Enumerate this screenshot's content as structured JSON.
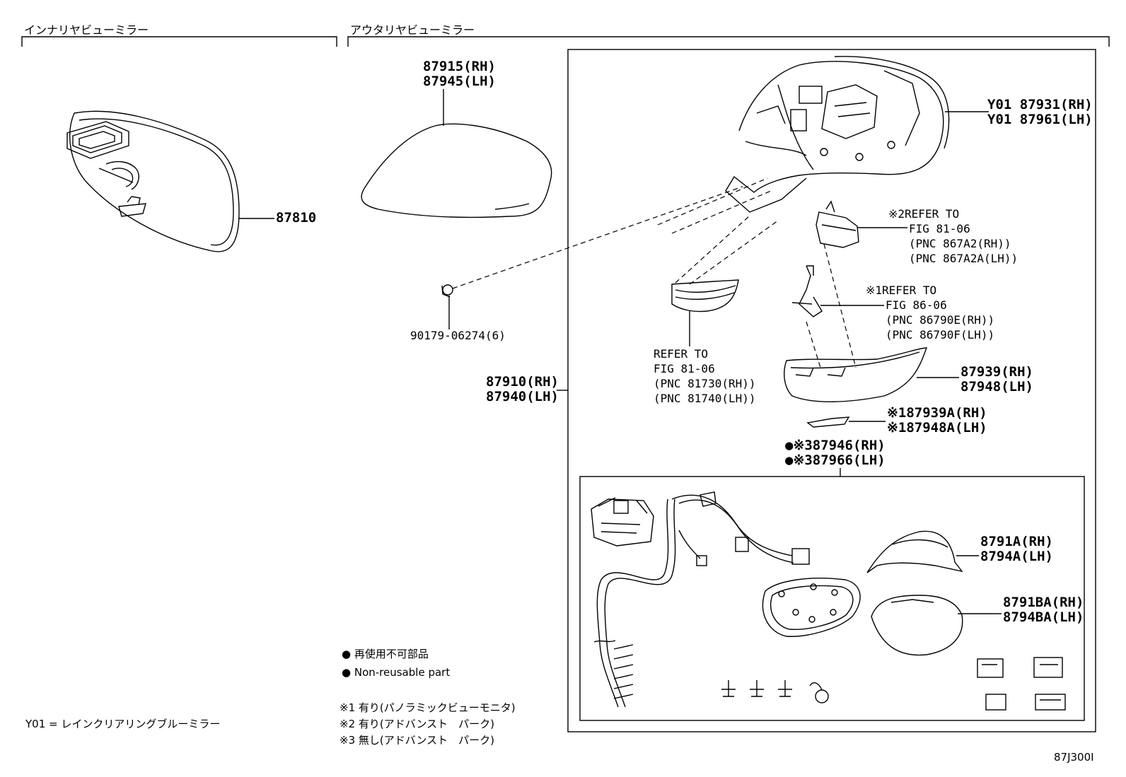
{
  "sections": {
    "inner": "インナリヤビューミラー",
    "outer": "アウタリヤビューミラー"
  },
  "parts": {
    "p87810": "87810",
    "p87915": "87915(RH)",
    "p87945": "87945(LH)",
    "p90179": "90179-06274(6)",
    "p87910": "87910(RH)",
    "p87940": "87940(LH)",
    "p87931": "Y01 87931(RH)",
    "p87961": "Y01 87961(LH)",
    "p87939": "87939(RH)",
    "p87948": "87948(LH)",
    "p87939A": "※187939A(RH)",
    "p87948A": "※187948A(LH)",
    "p87946": "●※387946(RH)",
    "p87966": "●※387966(LH)",
    "p8791A": "8791A(RH)",
    "p8794A": "8794A(LH)",
    "p8791BA": "8791BA(RH)",
    "p8794BA": "8794BA(LH)"
  },
  "refs": {
    "r1": [
      "※2REFER TO",
      "FIG 81-06",
      "(PNC 867A2(RH))",
      "(PNC 867A2A(LH))"
    ],
    "r2": [
      "※1REFER TO",
      "FIG 86-06",
      "(PNC 86790E(RH))",
      "(PNC 86790F(LH))"
    ],
    "r3": [
      "REFER TO",
      "FIG 81-06",
      "(PNC 81730(RH))",
      "(PNC 81740(LH))"
    ]
  },
  "legend": {
    "jp": "● 再使用不可部品",
    "en": "● Non-reusable part"
  },
  "notes": [
    "※1 有り(パノラミックビューモニタ)",
    "※2 有り(アドバンスト　パーク)",
    "※3 無し(アドバンスト　パーク)"
  ],
  "y01": "Y01 = レインクリアリングブルーミラー",
  "figure_code": "87J300I"
}
